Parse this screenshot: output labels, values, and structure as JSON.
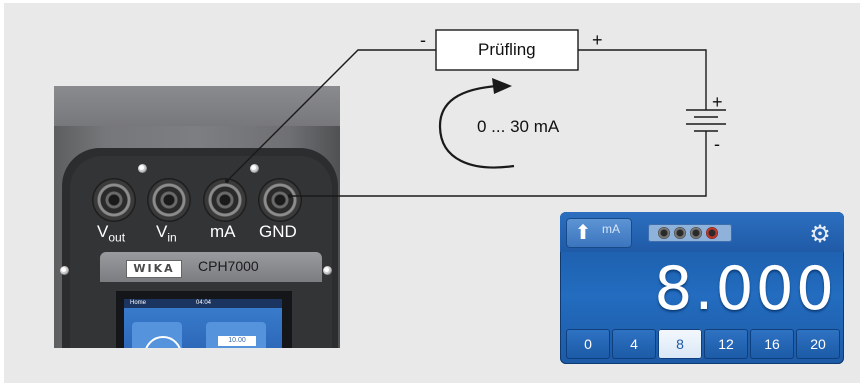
{
  "diagram": {
    "dut_label": "Prüfling",
    "minus_left": "-",
    "plus_right": "+",
    "battery_plus": "+",
    "battery_minus": "-",
    "current_range": "0 ... 30 mA"
  },
  "device": {
    "brand": "WIKA",
    "model": "CPH7000",
    "jacks": [
      {
        "main": "V",
        "sub": "out"
      },
      {
        "main": "V",
        "sub": "in"
      },
      {
        "main": "mA",
        "sub": ""
      },
      {
        "main": "GND",
        "sub": ""
      }
    ],
    "mini_screen": {
      "home_label": "Home",
      "time": "04:04",
      "value": "10.00"
    }
  },
  "display": {
    "mode_icon": "measure-arrow-icon",
    "mode_label": "mA",
    "connection_icon": "connection-sockets-icon",
    "settings_icon": "gear-icon",
    "value": "8.000",
    "presets": [
      "0",
      "4",
      "8",
      "12",
      "16",
      "20"
    ],
    "active_preset": "8"
  },
  "colors": {
    "background": "#e9e9ea",
    "display_blue": "#236cbf",
    "wire": "#1a1a1a"
  }
}
